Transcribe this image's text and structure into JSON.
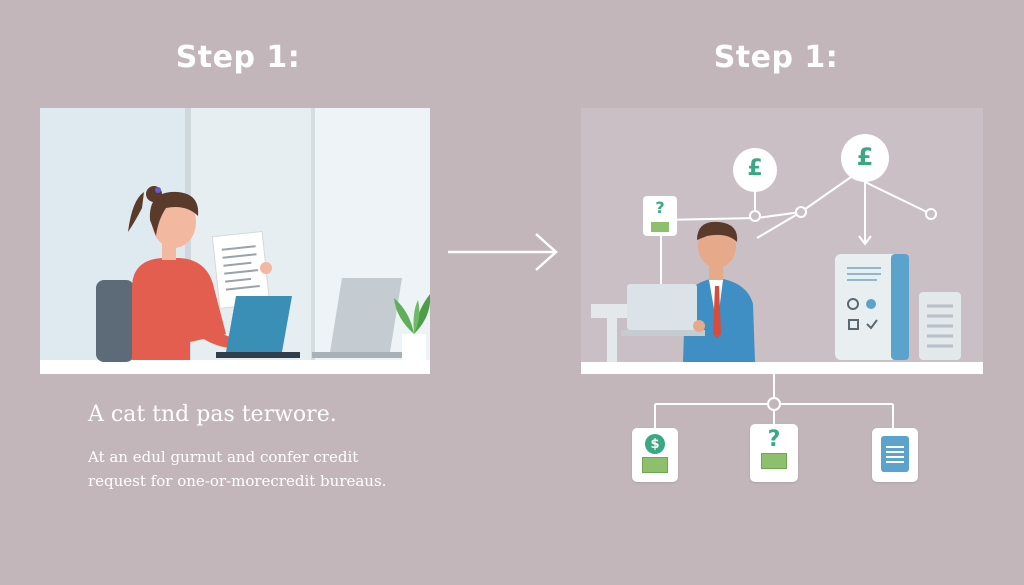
{
  "steps": [
    {
      "title": "Step 1:"
    },
    {
      "title": "Step 1:"
    }
  ],
  "caption": {
    "heading": "A cat tnd pas terwore.",
    "body": "At an edul gurnut and confer credit request for one-or-morecredit bureaus."
  },
  "diagram_nodes": {
    "top_left_badge": "£",
    "top_right_badge": "£",
    "small_doc_glyph": "?",
    "bottom_nodes": [
      {
        "icon": "dollar-envelope-icon",
        "glyph": "$"
      },
      {
        "icon": "question-envelope-icon",
        "glyph": "?"
      },
      {
        "icon": "document-list-icon",
        "glyph": ""
      }
    ]
  },
  "colors": {
    "background": "#c2b6bb",
    "accent_green": "#3aa882",
    "accent_blue": "#5ba3cc",
    "person_shirt": "#e35e4f",
    "suit_blue": "#3f8fc4"
  }
}
